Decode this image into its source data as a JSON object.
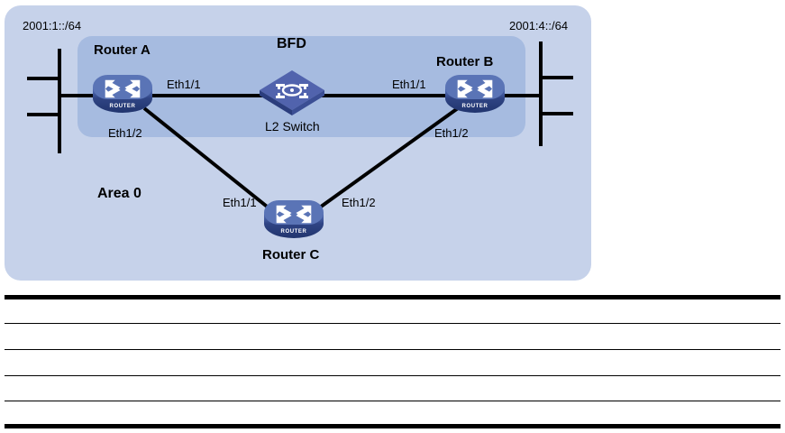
{
  "diagram": {
    "title_labels": {
      "area": "Area 0",
      "bfd": "BFD"
    },
    "networks": [
      {
        "name": "left-network",
        "prefix": "2001:1::/64"
      },
      {
        "name": "right-network",
        "prefix": "2001:4::/64"
      }
    ],
    "nodes": [
      {
        "id": "router-a",
        "label": "Router A",
        "type": "router",
        "icon": "router-icon",
        "badge": "ROUTER"
      },
      {
        "id": "l2-switch",
        "label": "L2 Switch",
        "type": "switch",
        "icon": "switch-icon",
        "badge": ""
      },
      {
        "id": "router-b",
        "label": "Router B",
        "type": "router",
        "icon": "router-icon",
        "badge": "ROUTER"
      },
      {
        "id": "router-c",
        "label": "Router C",
        "type": "router",
        "icon": "router-icon",
        "badge": "ROUTER"
      }
    ],
    "interfaces": [
      {
        "node": "router-a",
        "label": "Eth1/1",
        "peer": "l2-switch"
      },
      {
        "node": "router-a",
        "label": "Eth1/2",
        "peer": "router-c"
      },
      {
        "node": "router-b",
        "label": "Eth1/1",
        "peer": "l2-switch"
      },
      {
        "node": "router-b",
        "label": "Eth1/2",
        "peer": "router-c"
      },
      {
        "node": "router-c",
        "label": "Eth1/1",
        "peer": "router-a"
      },
      {
        "node": "router-c",
        "label": "Eth1/2",
        "peer": "router-b"
      }
    ],
    "colors": {
      "area_panel": "#c6d2ea",
      "bfd_panel": "#a6bbe0",
      "link": "#000000",
      "device_blue": "#4a63a8",
      "device_blue_dark": "#21356e"
    }
  },
  "table": {
    "rows": [
      {
        "cells": [
          ""
        ]
      },
      {
        "cells": [
          ""
        ]
      },
      {
        "cells": [
          ""
        ]
      },
      {
        "cells": [
          ""
        ]
      },
      {
        "cells": [
          ""
        ]
      }
    ]
  }
}
